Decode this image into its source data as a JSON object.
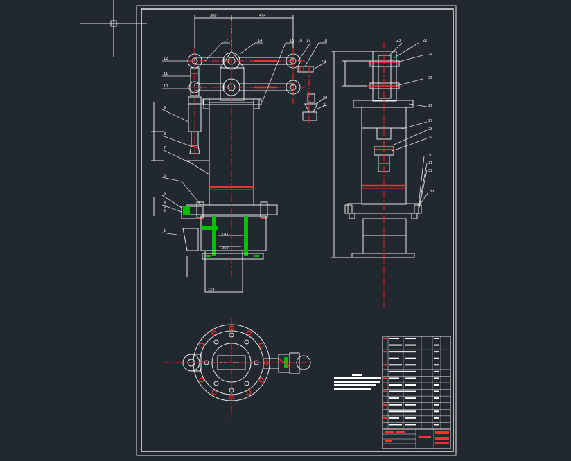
{
  "colors": {
    "background": "#212830",
    "line": "#e8e8e8",
    "centerline": "#ff2020",
    "hatch": "#00d000",
    "callout_text": "#ffffff"
  },
  "front_view": {
    "top_dimensions": [
      "300",
      "474"
    ],
    "callouts_top": [
      "17",
      "14",
      "15",
      "16",
      "17",
      "18"
    ],
    "callouts_left": [
      "12",
      "11",
      "10",
      "9",
      "8",
      "7",
      "6",
      "5",
      "4",
      "3",
      "2",
      "1"
    ],
    "callouts_right": [
      "19",
      "20",
      "21"
    ],
    "dim_labels": [
      "145",
      "250",
      "120"
    ]
  },
  "side_view": {
    "callouts": [
      "23",
      "22",
      "24",
      "25",
      "26",
      "27",
      "28",
      "29",
      "30",
      "31",
      "32",
      "33"
    ]
  },
  "title_block": {
    "title": "",
    "rows": 14
  }
}
